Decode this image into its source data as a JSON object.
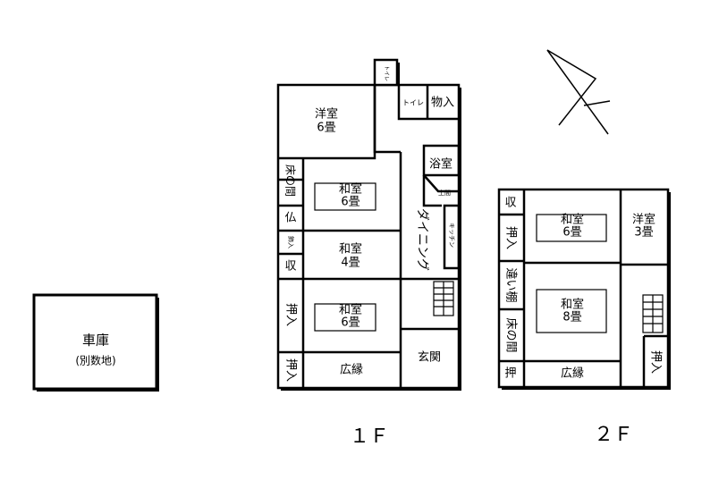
{
  "garage": {
    "title": "車庫",
    "subtitle": "(別数地)"
  },
  "floor1": {
    "label": "１Ｆ",
    "rooms": {
      "youshitsu6": [
        "洋室",
        "6畳"
      ],
      "toilet_small": "トイレ",
      "toilet": "トイレ",
      "monoire": "物入",
      "yokushitsu": "浴室",
      "doma": "土間",
      "kitchen": "キッチン",
      "dining": "ダイニング",
      "tokonoma": "床の間",
      "butsu": "仏",
      "kazari": "飾入",
      "shuu": "収",
      "washitsu6a": [
        "和室",
        "6畳"
      ],
      "washitsu4": [
        "和室",
        "4畳"
      ],
      "washitsu6b": [
        "和室",
        "6畳"
      ],
      "oshiire1": "押入",
      "oshiire2": "押入",
      "hiroen": "広縁",
      "genkan": "玄関"
    }
  },
  "floor2": {
    "label": "２Ｆ",
    "rooms": {
      "shuu": "収",
      "oshiire": "押入",
      "chigaidana": "違い棚",
      "tokonoma": "床の間",
      "oshi": "押",
      "washitsu6": [
        "和室",
        "6畳"
      ],
      "washitsu8": [
        "和室",
        "8畳"
      ],
      "youshitsu3": [
        "洋室",
        "3畳"
      ],
      "hiroen": "広縁",
      "oshiire_right": "押入"
    }
  },
  "compass": {
    "icon": "north-arrow-icon"
  }
}
